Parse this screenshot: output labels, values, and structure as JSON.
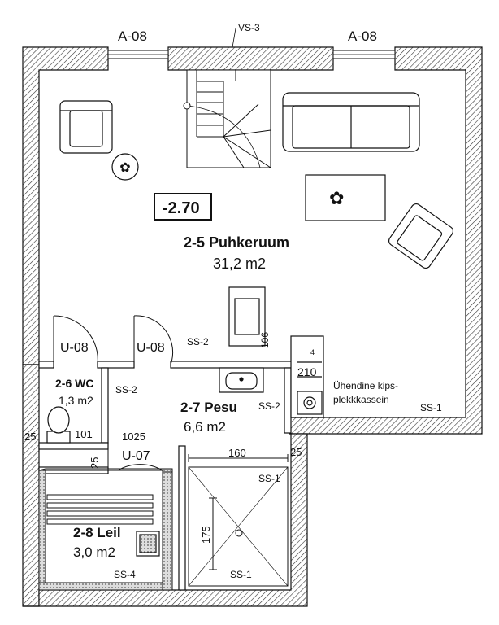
{
  "windows": {
    "left": "A-08",
    "right": "A-08",
    "stair_vent": "VS-3"
  },
  "level_marker": "-2.70",
  "rooms": {
    "puhkeruum": {
      "name": "2-5 Puhkeruum",
      "area": "31,2 m2"
    },
    "wc": {
      "name": "2-6 WC",
      "area": "1,3 m2"
    },
    "pesu": {
      "name": "2-7 Pesu",
      "area": "6,6 m2"
    },
    "leil": {
      "name": "2-8 Leil",
      "area": "3,0 m2"
    }
  },
  "doors": {
    "wc": "U-08",
    "pesu": "U-08",
    "leil": "U-07"
  },
  "wall_tags": {
    "ss2_main": "SS-2",
    "ss2_wc": "SS-2",
    "ss2_pesu": "SS-2",
    "ss1_right": "SS-1",
    "ss1_shower": "SS-1",
    "ss1_bottom": "SS-1",
    "ss4": "SS-4"
  },
  "dimensions": {
    "d106": "106",
    "d4": "4",
    "d210": "210",
    "d25_left": "25",
    "d101": "101",
    "d1025": "1025",
    "d25_vert": "25",
    "d160": "160",
    "d25_right": "25",
    "d175": "175"
  },
  "notes": {
    "kipsplekk_line1": "Ühendine kips-",
    "kipsplekk_line2": "plekkkassein"
  }
}
